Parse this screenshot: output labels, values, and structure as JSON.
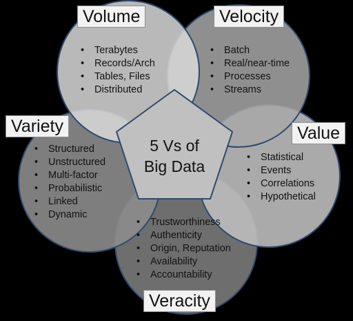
{
  "colors": {
    "background": "#000000",
    "circle_stroke": "#2f4a6e",
    "volume": "#d9d9d9",
    "velocity": "#a8a8a8",
    "value": "#bdbdbd",
    "veracity": "#6e6e6e",
    "variety": "#8c8c8c",
    "pentagon": "#c0c0c0"
  },
  "center": {
    "line1": "5 Vs of",
    "line2": "Big Data"
  },
  "volume": {
    "title": "Volume",
    "items": [
      "Terabytes",
      "Records/Arch",
      "Tables, Files",
      "Distributed"
    ]
  },
  "velocity": {
    "title": "Velocity",
    "items": [
      "Batch",
      "Real/near-time",
      "Processes",
      "Streams"
    ]
  },
  "variety": {
    "title": "Variety",
    "items": [
      "Structured",
      "Unstructured",
      "Multi-factor",
      "Probabilistic",
      "Linked",
      "Dynamic"
    ]
  },
  "value": {
    "title": "Value",
    "items": [
      "Statistical",
      "Events",
      "Correlations",
      "Hypothetical"
    ]
  },
  "veracity": {
    "title": "Veracity",
    "items": [
      "Trustworthiness",
      "Authenticity",
      "Origin, Reputation",
      "Availability",
      "Accountability"
    ]
  }
}
